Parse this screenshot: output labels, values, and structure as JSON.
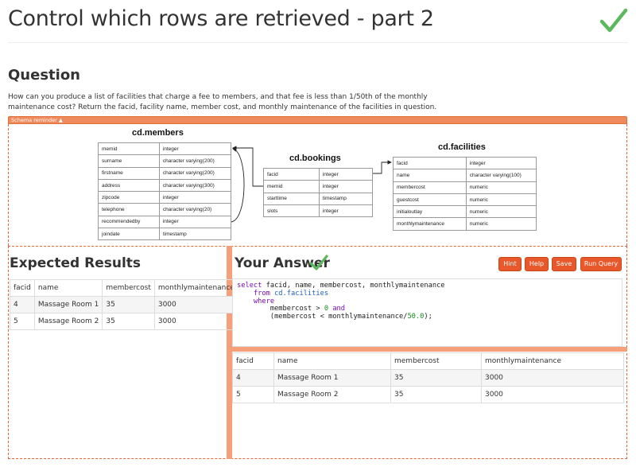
{
  "page": {
    "title": "Control which rows are retrieved - part 2"
  },
  "question": {
    "heading": "Question",
    "text": "How can you produce a list of facilities that charge a fee to members, and that fee is less than 1/50th of the monthly maintenance cost? Return the facid, facility name, member cost, and monthly maintenance of the facilities in question."
  },
  "schema": {
    "toggle_label": "Schema reminder ▲",
    "tables": [
      {
        "name": "cd.members",
        "columns": [
          [
            "memid",
            "integer"
          ],
          [
            "surname",
            "character varying(200)"
          ],
          [
            "firstname",
            "character varying(200)"
          ],
          [
            "address",
            "character varying(300)"
          ],
          [
            "zipcode",
            "integer"
          ],
          [
            "telephone",
            "character varying(20)"
          ],
          [
            "recommendedby",
            "integer"
          ],
          [
            "joindate",
            "timestamp"
          ]
        ]
      },
      {
        "name": "cd.bookings",
        "columns": [
          [
            "facid",
            "integer"
          ],
          [
            "memid",
            "integer"
          ],
          [
            "starttime",
            "timestamp"
          ],
          [
            "slots",
            "integer"
          ]
        ]
      },
      {
        "name": "cd.facilities",
        "columns": [
          [
            "facid",
            "integer"
          ],
          [
            "name",
            "character varying(100)"
          ],
          [
            "membercost",
            "numeric"
          ],
          [
            "guestcost",
            "numeric"
          ],
          [
            "initialoutlay",
            "numeric"
          ],
          [
            "monthlymaintenance",
            "numeric"
          ]
        ]
      }
    ]
  },
  "expected": {
    "heading": "Expected Results",
    "headers": [
      "facid",
      "name",
      "membercost",
      "monthlymaintenance"
    ],
    "rows": [
      [
        "4",
        "Massage Room 1",
        "35",
        "3000"
      ],
      [
        "5",
        "Massage Room 2",
        "35",
        "3000"
      ]
    ]
  },
  "answer": {
    "heading": "Your Answer",
    "buttons": {
      "hint": "Hint",
      "help": "Help",
      "save": "Save",
      "run": "Run Query"
    },
    "sql": {
      "select_kw": "select",
      "select_cols": " facid, name, membercost, monthlymaintenance",
      "from_kw": "from",
      "table": "cd.facilities",
      "where_kw": "where",
      "cond1_pre": "membercost > ",
      "cond1_num": "0",
      "and_kw": "and",
      "cond2_pre": "(membercost < monthlymaintenance/",
      "cond2_num": "50.0",
      "cond2_post": ");"
    },
    "headers": [
      "facid",
      "name",
      "membercost",
      "monthlymaintenance"
    ],
    "rows": [
      [
        "4",
        "Massage Room 1",
        "35",
        "3000"
      ],
      [
        "5",
        "Massage Room 2",
        "35",
        "3000"
      ]
    ]
  },
  "colors": {
    "accent": "#e8582a",
    "check": "#5cb85c",
    "divider": "#f6a07a"
  },
  "icons": {
    "title_status": "checkmark-icon",
    "answer_status": "checkmark-icon"
  }
}
